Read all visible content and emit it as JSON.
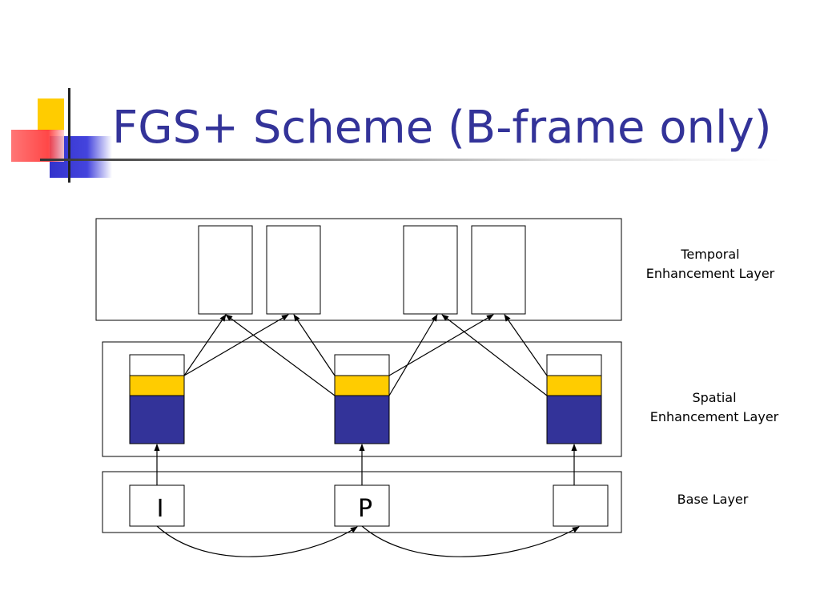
{
  "slide": {
    "title": "FGS+ Scheme (B-frame only)"
  },
  "diagram": {
    "layers": [
      {
        "id": "temporal",
        "line1": "Temporal",
        "line2": "Enhancement Layer"
      },
      {
        "id": "spatial",
        "line1": "Spatial",
        "line2": "Enhancement Layer"
      },
      {
        "id": "base",
        "line1": "Base Layer",
        "line2": ""
      }
    ],
    "base_frames": [
      "I",
      "P",
      ""
    ],
    "colors": {
      "title": "#333399",
      "bitplane_yellow": "#ffcc00",
      "bitplane_blue": "#333399",
      "line": "#000000"
    }
  }
}
